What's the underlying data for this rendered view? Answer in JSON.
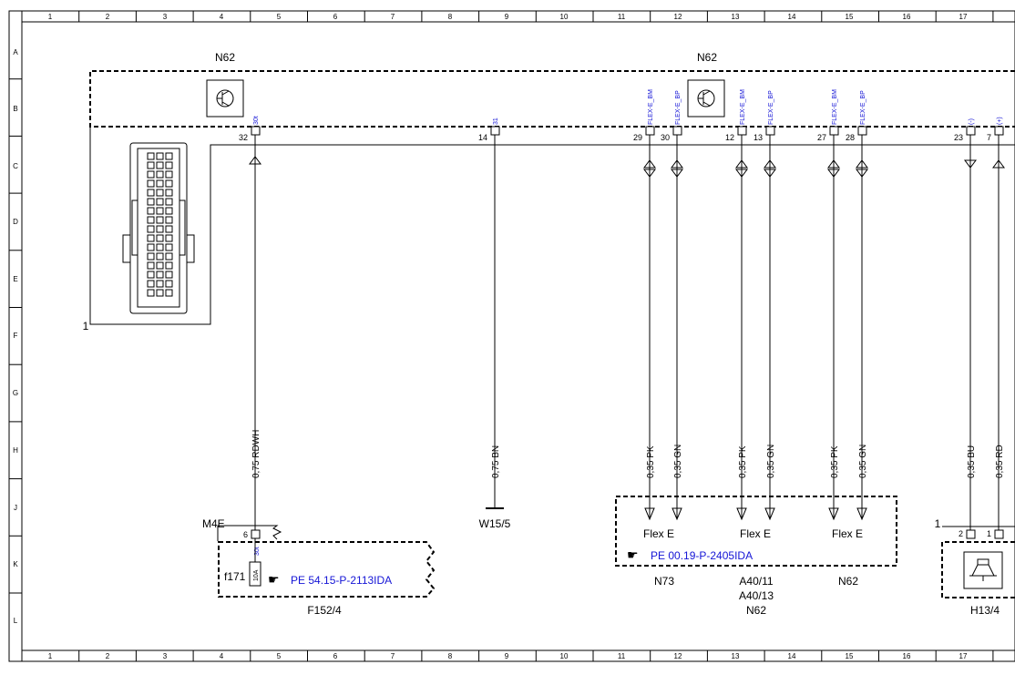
{
  "grid": {
    "columns": [
      "1",
      "2",
      "3",
      "4",
      "5",
      "6",
      "7",
      "8",
      "9",
      "10",
      "11",
      "12",
      "13",
      "14",
      "15",
      "16",
      "17"
    ],
    "rows": [
      "A",
      "B",
      "C",
      "D",
      "E",
      "F",
      "G",
      "H",
      "J",
      "K",
      "L"
    ]
  },
  "components": {
    "n62_left": "N62",
    "n62_right": "N62",
    "connector_label": "1",
    "w15": "W15/5",
    "m4e": "M4E",
    "f171": "f171",
    "fuse_value": "10A",
    "f152": "F152/4",
    "flex_e_1": "Flex E",
    "flex_e_2": "Flex E",
    "flex_e_3": "Flex E",
    "n73": "N73",
    "a40_11": "A40/11",
    "a40_13": "A40/13",
    "n62_bottom": "N62",
    "h13": "H13/4",
    "h13_num": "1"
  },
  "refs": {
    "pe_54": "PE 54.15-P-2113IDA",
    "pe_00": "PE 00.19-P-2405IDA"
  },
  "pins": [
    {
      "num": "32",
      "signal": "30t",
      "wire": "0,75 RDWH"
    },
    {
      "num": "14",
      "signal": "31",
      "wire": "0,75 BN"
    },
    {
      "num": "29",
      "signal": "FLEX-E_BM",
      "wire": "0,35 PK"
    },
    {
      "num": "30",
      "signal": "FLEX-E_BP",
      "wire": "0,35 GN"
    },
    {
      "num": "12",
      "signal": "FLEX-E_BM",
      "wire": "0,35 PK"
    },
    {
      "num": "13",
      "signal": "FLEX-E_BP",
      "wire": "0,35 GN"
    },
    {
      "num": "27",
      "signal": "FLEX-E_BM",
      "wire": "0,35 PK"
    },
    {
      "num": "28",
      "signal": "FLEX-E_BP",
      "wire": "0,35 GN"
    },
    {
      "num": "23",
      "signal": "(-)",
      "wire": "0,35 BU"
    },
    {
      "num": "7",
      "signal": "(+)",
      "wire": "0,35 RD"
    }
  ],
  "f152_pins": {
    "pin": "6",
    "signal": "30t"
  },
  "h13_pins": {
    "pin_a": "2",
    "pin_b": "1"
  }
}
